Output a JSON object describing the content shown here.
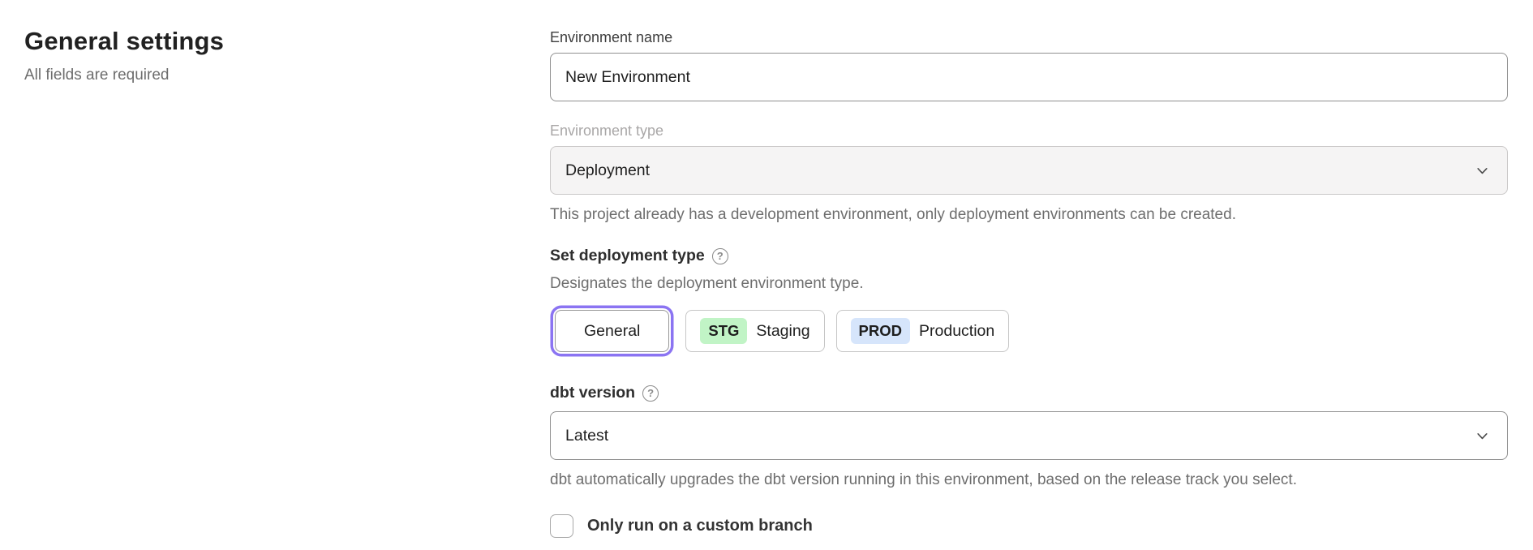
{
  "page": {
    "heading": "General settings",
    "subheading": "All fields are required"
  },
  "form": {
    "environment_name": {
      "label": "Environment name",
      "value": "New Environment"
    },
    "environment_type": {
      "label": "Environment type",
      "value": "Deployment",
      "disabled": true,
      "helper": "This project already has a development environment, only deployment environments can be created."
    },
    "deployment_type": {
      "label": "Set deployment type",
      "helper": "Designates the deployment environment type.",
      "options": [
        {
          "label": "General",
          "selected": true
        },
        {
          "badge": "STG",
          "label": "Staging",
          "badge_color": "#c1f4c6"
        },
        {
          "badge": "PROD",
          "label": "Production",
          "badge_color": "#d6e5fb"
        }
      ]
    },
    "dbt_version": {
      "label": "dbt version",
      "value": "Latest",
      "helper": "dbt automatically upgrades the dbt version running in this environment, based on the release track you select."
    },
    "custom_branch": {
      "label": "Only run on a custom branch",
      "checked": false
    }
  },
  "icons": {
    "help": "?",
    "chevron_down": "chevron-down"
  },
  "colors": {
    "accent_ring": "#8b74f2",
    "stg_badge": "#c1f4c6",
    "prod_badge": "#d6e5fb",
    "disabled_field_bg": "#f5f4f4"
  }
}
